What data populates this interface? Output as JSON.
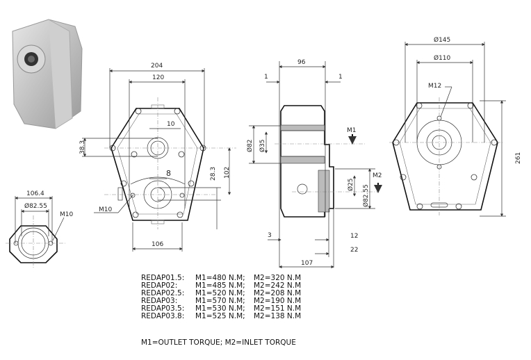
{
  "front_view": {
    "dims": {
      "width_overall": "204",
      "width_inner": "120",
      "keyway_top": "10",
      "keyway_bottom": "8",
      "offset_left": "38.3",
      "center_distance": "102",
      "offset_right": "28.3",
      "bottom_width": "106",
      "thread": "M10"
    }
  },
  "side_view": {
    "dims": {
      "depth": "96",
      "left_gap": "1",
      "right_gap": "1",
      "shaft_dia": "Ø35",
      "bore_dia": "Ø82",
      "torque_out": "M1",
      "torque_in": "M2",
      "input_shaft_dia": "Ø25",
      "pilot_dia": "Ø82.55",
      "offset_3": "3",
      "offset_12": "12",
      "offset_22": "22",
      "overall_depth": "107"
    }
  },
  "rear_view": {
    "dims": {
      "outer_dia": "Ø145",
      "inner_dia": "Ø110",
      "thread": "M12",
      "height": "261"
    }
  },
  "flange_view": {
    "dims": {
      "width": "106.4",
      "pilot_dia": "Ø82.55",
      "thread": "M10"
    }
  },
  "specs": [
    {
      "model": "REDAP01.5:",
      "m1": "M1=480 N.M;",
      "m2": "M2=320 N.M"
    },
    {
      "model": "REDAP02:",
      "m1": "M1=485 N.M;",
      "m2": "M2=242 N.M"
    },
    {
      "model": "REDAP02.5:",
      "m1": "M1=520 N.M;",
      "m2": "M2=208 N.M"
    },
    {
      "model": "REDAP03:",
      "m1": "M1=570 N.M;",
      "m2": "M2=190 N.M"
    },
    {
      "model": "REDAP03.5:",
      "m1": "M1=530 N.M;",
      "m2": "M2=151 N.M"
    },
    {
      "model": "REDAP03.8:",
      "m1": "M1=525 N.M;",
      "m2": "M2=138 N.M"
    }
  ],
  "legend": "M1=OUTLET TORQUE; M2=INLET TORQUE"
}
